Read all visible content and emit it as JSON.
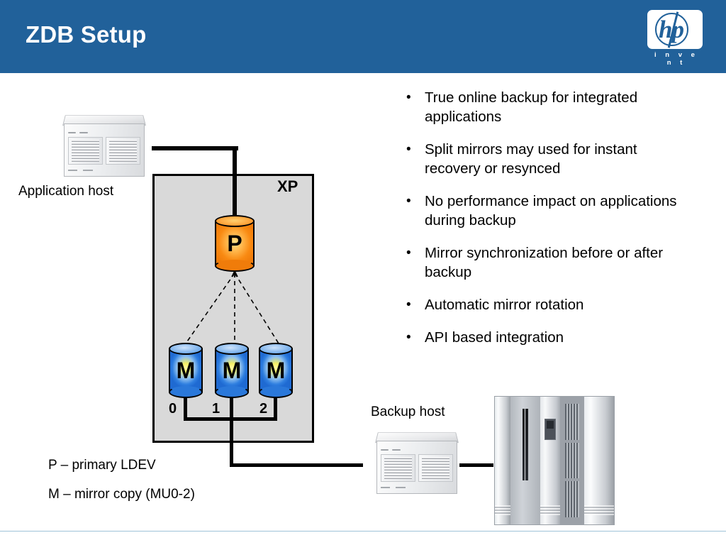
{
  "header": {
    "title": "ZDB Setup",
    "background_color": "#21619a",
    "logo": {
      "wordmark": "hp",
      "tagline": "i n v e n t"
    }
  },
  "bullets": [
    "True online backup for integrated applications",
    "Split mirrors may used for instant recovery or resynced",
    "No performance impact on applications during backup",
    "Mirror synchronization before or after backup",
    "Automatic mirror rotation",
    "API based integration"
  ],
  "bullet_marker": "•",
  "diagram": {
    "array_label": "XP",
    "application_host_label": "Application host",
    "backup_host_label": "Backup host",
    "primary_volume": {
      "label": "P",
      "color": "#f98a12"
    },
    "mirrors": [
      {
        "label": "M",
        "index": "0",
        "color": "#2f7fe0"
      },
      {
        "label": "M",
        "index": "1",
        "color": "#2f7fe0"
      },
      {
        "label": "M",
        "index": "2",
        "color": "#2f7fe0"
      }
    ]
  },
  "legend": [
    "P – primary LDEV",
    "M – mirror copy (MU0-2)"
  ]
}
